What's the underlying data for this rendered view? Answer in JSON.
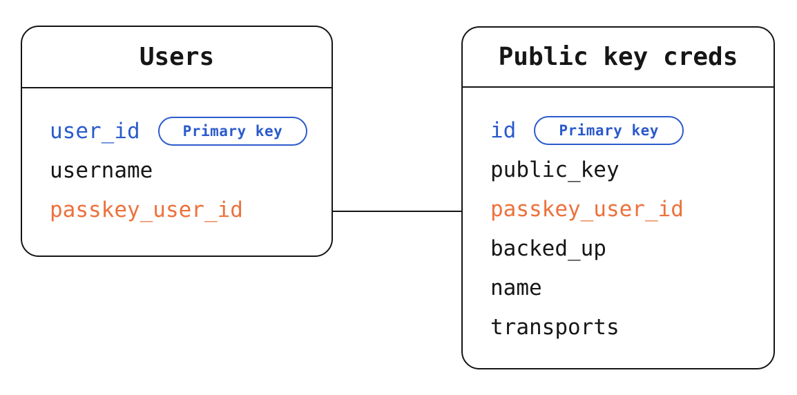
{
  "diagram": {
    "colors": {
      "blue": "#2B5BCB",
      "orange": "#EC713C",
      "stroke": "#141414",
      "text": "#161616",
      "background": "#ffffff"
    },
    "tables": [
      {
        "title": "Users",
        "fields": [
          {
            "name": "user_id",
            "color": "blue",
            "badge": "Primary key"
          },
          {
            "name": "username",
            "color": "default"
          },
          {
            "name": "passkey_user_id",
            "color": "orange"
          }
        ]
      },
      {
        "title": "Public key creds",
        "fields": [
          {
            "name": "id",
            "color": "blue",
            "badge": "Primary key"
          },
          {
            "name": "public_key",
            "color": "default"
          },
          {
            "name": "passkey_user_id",
            "color": "orange"
          },
          {
            "name": "backed_up",
            "color": "default"
          },
          {
            "name": "name",
            "color": "default"
          },
          {
            "name": "transports",
            "color": "default"
          }
        ]
      }
    ],
    "relationship": {
      "from_table": "Users",
      "from_field": "passkey_user_id",
      "to_table": "Public key creds",
      "to_field": "passkey_user_id"
    }
  }
}
